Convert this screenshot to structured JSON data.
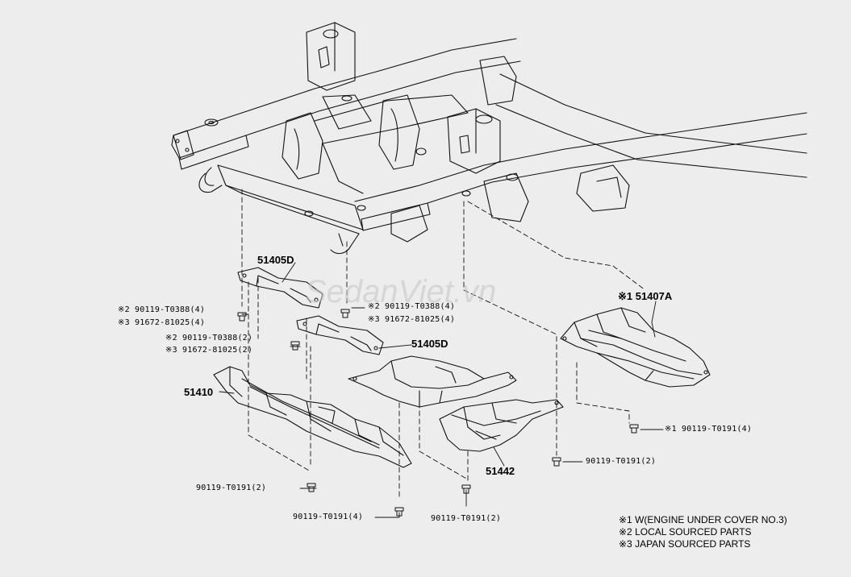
{
  "watermark": "SedanViet.vn",
  "part_labels": {
    "p51405D_top": "51405D",
    "p51405D_mid": "51405D",
    "p51407A": "※1 51407A",
    "p51410": "51410",
    "p51442": "51442"
  },
  "fastener_labels": {
    "l1": "※2 90119-T0388(4)",
    "l2": "※3 91672-81025(4)",
    "l3": "※2 90119-T0388(2)",
    "l4": "※3 91672-81025(2)",
    "l5": "※2 90119-T0388(4)",
    "l6": "※3 91672-81025(4)",
    "l7": "※1 90119-T0191(4)",
    "l8": "90119-T0191(2)",
    "l9": "90119-T0191(2)",
    "l10": "90119-T0191(4)",
    "l11": "90119-T0191(2)"
  },
  "legend": [
    "※1 W(ENGINE UNDER COVER NO.3)",
    "※2 LOCAL SOURCED PARTS",
    "※3 JAPAN SOURCED PARTS"
  ],
  "colors": {
    "background": "#ededed",
    "line": "#111111",
    "watermark": "#c8c8c8"
  }
}
